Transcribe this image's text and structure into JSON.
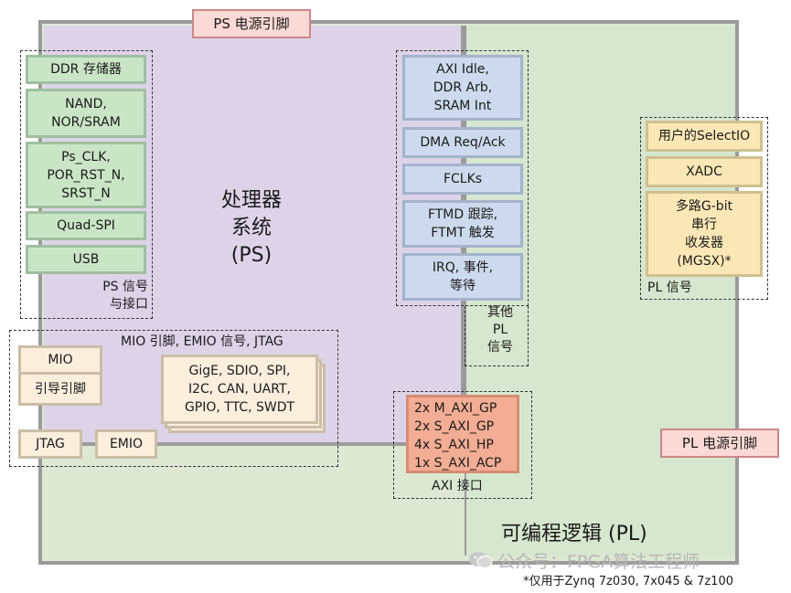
{
  "ps_power_pins": "PS 电源引脚",
  "pl_power_pins": "PL 电源引脚",
  "ps_title": "处理器\n系统\n(PS)",
  "pl_title": "可编程逻辑 (PL)",
  "ps_left_blocks": [
    "DDR 存储器",
    "NAND,\nNOR/SRAM",
    "Ps_CLK,\nPOR_RST_N,\nSRST_N",
    "Quad-SPI",
    "USB"
  ],
  "ps_signals_label": "PS 信号\n与接口",
  "ps_right_blocks": [
    "AXI Idle,\nDDR Arb,\nSRAM Int",
    "DMA Req/Ack",
    "FCLKs",
    "FTMD 跟踪,\nFTMT 触发",
    "IRQ, 事件,\n等待"
  ],
  "other_pl_signals_label": "其他\nPL\n信号",
  "pl_right_blocks": [
    "用户的SelectIO",
    "XADC",
    "多路G-bit\n串行\n收发器\n(MGSX)*"
  ],
  "pl_signals_label": "PL 信号",
  "mio_header": "MIO 引脚, EMIO 信号, JTAG",
  "mio_label": "MIO",
  "boot_pins_label": "引导引脚",
  "jtag_label": "JTAG",
  "emio_label": "EMIO",
  "peripherals": "GigE, SDIO, SPI,\nI2C, CAN, UART,\nGPIO, TTC, SWDT",
  "axi_ports": [
    "2x  M_AXI_GP",
    "2x  S_AXI_GP",
    "4x  S_AXI_HP",
    "1x  S_AXI_ACP"
  ],
  "axi_label": "AXI 接口",
  "watermark": "公众号：FPGA算法工程师",
  "footnote": "*仅用于Zynq 7z030, 7x045 & 7z100"
}
